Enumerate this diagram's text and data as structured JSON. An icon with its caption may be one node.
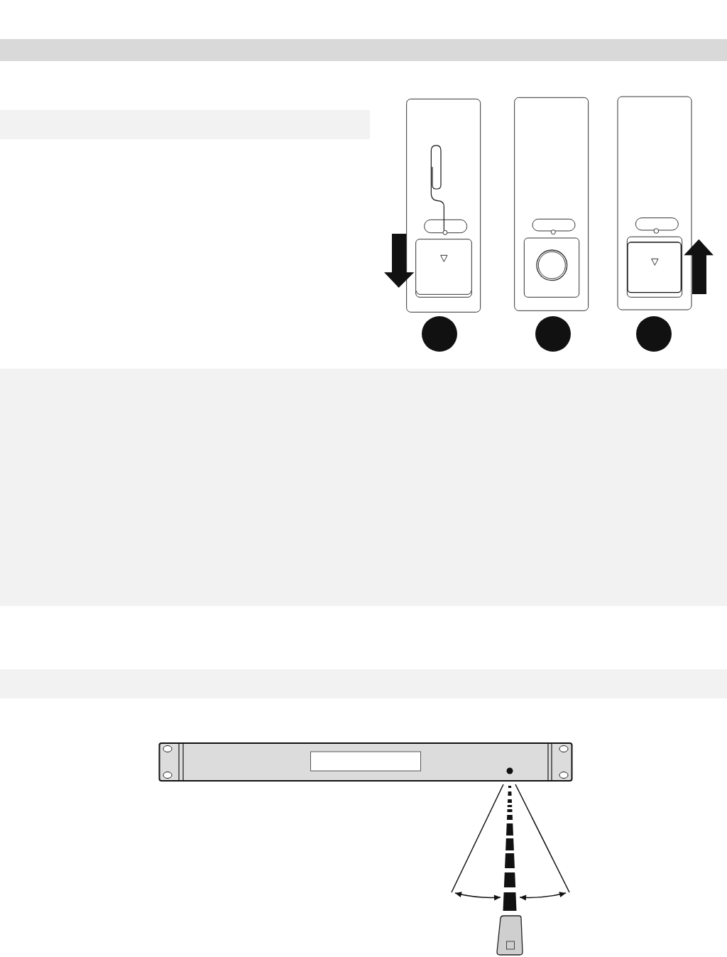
{
  "diagram": {
    "nodes": [
      {
        "text": [],
        "shape": "box"
      },
      {
        "text": [],
        "shape": "circle"
      },
      {
        "text": [],
        "shape": "circle"
      },
      {
        "text": [],
        "shape": "circle"
      }
    ]
  }
}
